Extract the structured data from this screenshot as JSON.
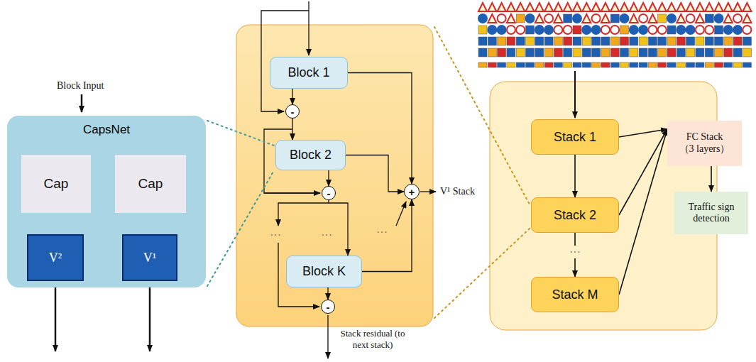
{
  "diagram": {
    "nodes": [
      {
        "text": [
          "CapsNet"
        ]
      },
      {
        "text": [
          "Cap"
        ],
        "in": 0
      },
      {
        "text": [
          "Cap"
        ],
        "in": 0
      },
      {
        "text": [
          "V²"
        ],
        "in": 0
      },
      {
        "text": [
          "V¹"
        ],
        "in": 0
      },
      {
        "text": [
          "Block 1"
        ]
      },
      {
        "text": [
          "-"
        ]
      },
      {
        "text": [
          "Block 2"
        ]
      },
      {
        "text": [
          "-"
        ]
      },
      {
        "text": [
          "Block K"
        ]
      },
      {
        "text": [
          "-"
        ]
      },
      {
        "text": [
          "+"
        ]
      },
      {
        "text": [
          "Stack 1"
        ]
      },
      {
        "text": [
          "Stack 2"
        ]
      },
      {
        "text": [
          "Stack M"
        ]
      },
      {
        "text": [
          "FC Stack",
          "（3 layers）"
        ]
      },
      {
        "text": [
          "Traffic sign detection"
        ]
      }
    ],
    "edges": [
      {
        "from": 1,
        "to": 3,
        "arrow": "to"
      },
      {
        "from": 2,
        "to": 4,
        "arrow": "to"
      },
      {
        "from": 5,
        "to": 6,
        "arrow": "to"
      },
      {
        "from": 6,
        "to": 7,
        "arrow": "to"
      },
      {
        "from": 5,
        "to": 11,
        "arrow": "to"
      },
      {
        "from": 7,
        "to": 8,
        "arrow": "to"
      },
      {
        "from": 7,
        "to": 11,
        "arrow": "to"
      },
      {
        "from": 8,
        "to": 9,
        "arrow": "to"
      },
      {
        "from": 9,
        "to": 10,
        "arrow": "to"
      },
      {
        "from": 9,
        "to": 11,
        "arrow": "to"
      },
      {
        "from": 12,
        "to": 13,
        "arrow": "to"
      },
      {
        "from": 13,
        "to": 14,
        "arrow": "to"
      },
      {
        "from": 12,
        "to": 15,
        "arrow": "to"
      },
      {
        "from": 13,
        "to": 15,
        "arrow": "to"
      },
      {
        "from": 14,
        "to": 15,
        "arrow": "to"
      },
      {
        "from": 15,
        "to": 16,
        "arrow": "to"
      }
    ],
    "labels": [
      "Block Input",
      "···",
      "···",
      "···",
      "V¹ Stack",
      "Stack residual (to next stack)",
      "···"
    ]
  }
}
